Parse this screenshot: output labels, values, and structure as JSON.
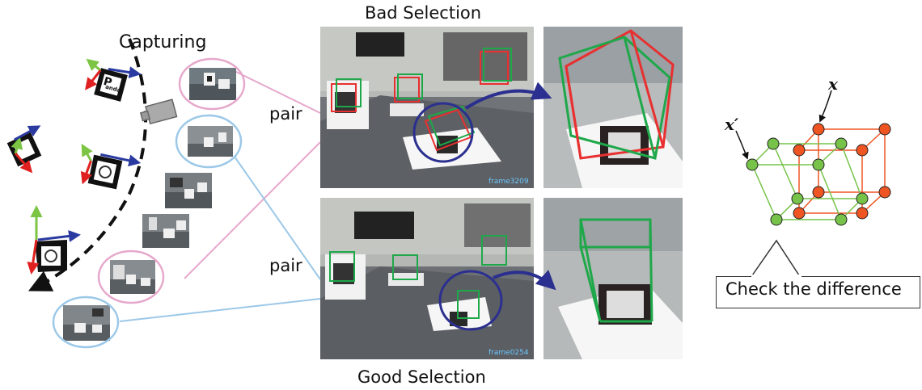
{
  "labels": {
    "capturing": "Capturing",
    "bad_selection": "Bad Selection",
    "good_selection": "Good Selection",
    "pair_top": "pair",
    "pair_bottom": "pair",
    "check": "Check the difference",
    "x": "x",
    "x_prime": "x′"
  },
  "frames": {
    "top": "frame3209",
    "bottom": "frame0254"
  },
  "marker_text": {
    "panda_letter": "P",
    "panda_word": "anda"
  },
  "colors": {
    "pink": "#e6a8cc",
    "blue": "#9cc8e8",
    "navy": "#2b2f8f",
    "red_box": "#e83030",
    "green_box": "#1fa84a",
    "dot_red": "#ee5522",
    "dot_green": "#77c34a",
    "axis_red": "#e02020",
    "axis_green": "#7cc443",
    "axis_blue": "#2a3aa0"
  }
}
